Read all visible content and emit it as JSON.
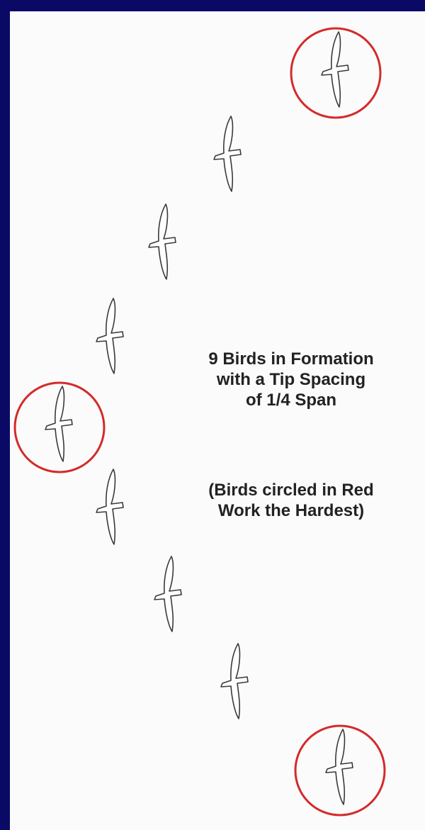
{
  "diagram": {
    "bird_count": 9,
    "highlighted_birds": [
      1,
      5,
      9
    ],
    "caption_lines": [
      "9 Birds in Formation",
      "with a Tip Spacing",
      "of 1/4 Span"
    ],
    "note_lines": [
      "(Birds circled in Red",
      "Work the Hardest)"
    ]
  },
  "colors": {
    "background": "#0a0a66",
    "paper": "#fbfbfb",
    "highlight_circle": "#d42a2a",
    "sketch_line": "#3a3a3a",
    "text": "#222222"
  },
  "icons": {
    "bird": "bird-silhouette-icon",
    "highlight": "red-circle-highlight"
  }
}
